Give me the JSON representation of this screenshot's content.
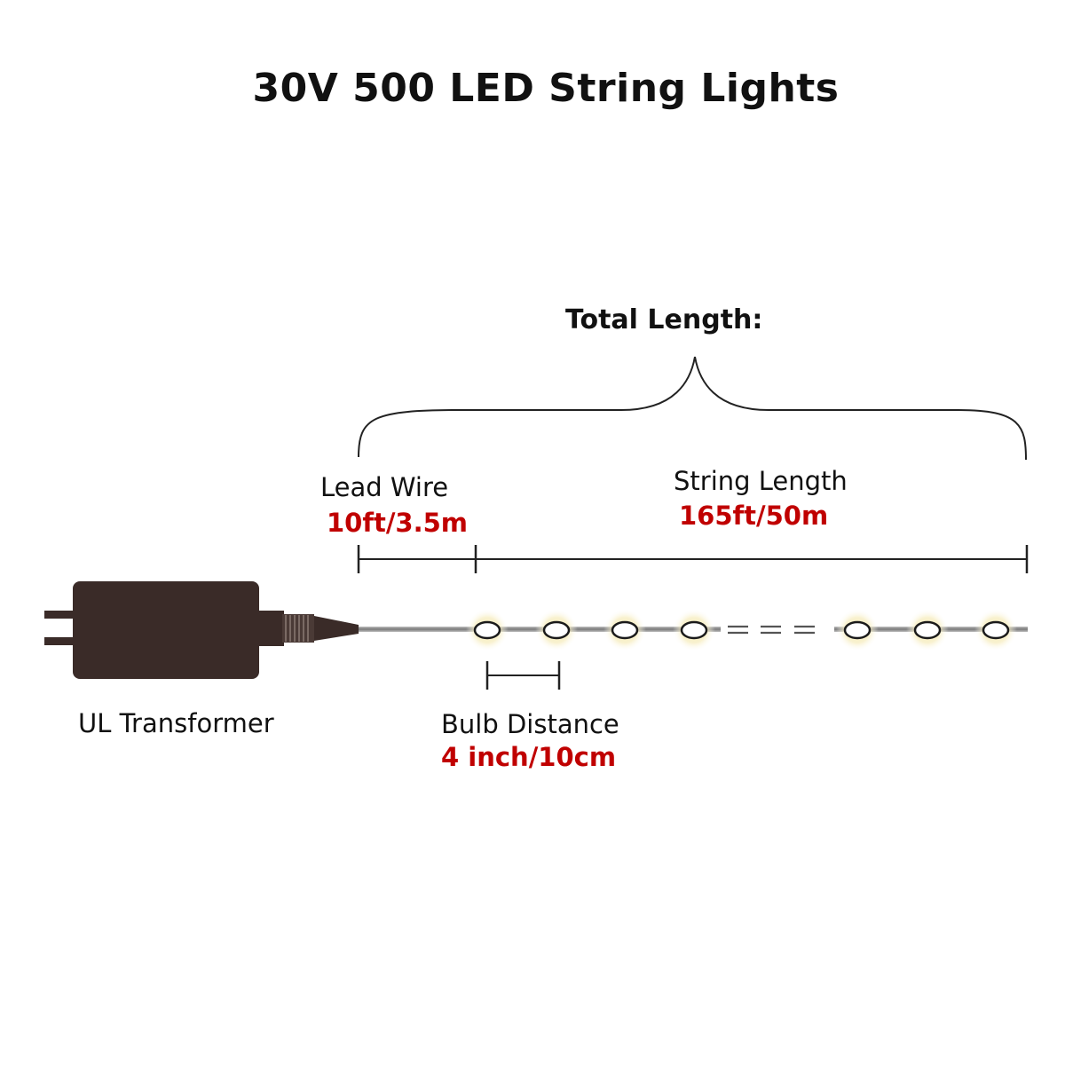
{
  "title": "30V 500 LED  String Lights",
  "total_length": {
    "label": "Total Length:"
  },
  "lead_wire": {
    "label": "Lead Wire",
    "value": "10ft/3.5m"
  },
  "string_length": {
    "label": "String Length",
    "value": "165ft/50m"
  },
  "transformer": {
    "label": "UL Transformer"
  },
  "bulb_distance": {
    "label": "Bulb Distance",
    "value": "4 inch/10cm"
  },
  "colors": {
    "text": "#111111",
    "value_red": "#c00000",
    "transformer_body": "#3a2b28",
    "bulb_glow": "#f3e6a2",
    "wire": "#8a8a8a",
    "line": "#222222"
  },
  "icons": [
    "plug-prongs-icon",
    "transformer-icon",
    "led-bulb-icon"
  ]
}
